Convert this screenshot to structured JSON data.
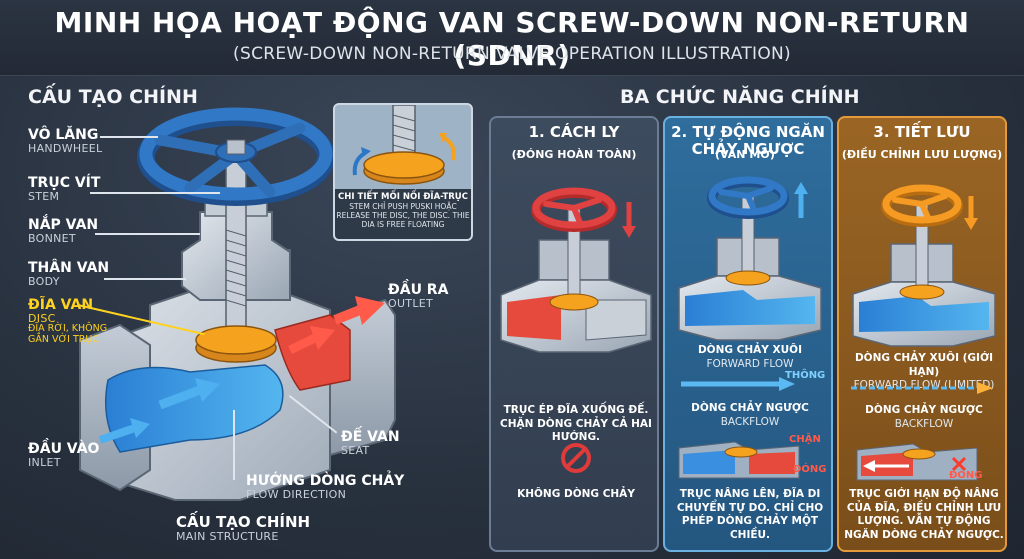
{
  "header": {
    "title": "MINH HỌA HOẠT ĐỘNG VAN SCREW-DOWN NON-RETURN (SDNR)",
    "subtitle": "(SCREW-DOWN NON-RETURN VALVE OPERATION ILLUSTRATION)"
  },
  "structure": {
    "title": "CẤU TẠO CHÍNH",
    "labels": {
      "handwheel": {
        "vi": "VÔ LĂNG",
        "en": "HANDWHEEL"
      },
      "stem": {
        "vi": "TRỤC VÍT",
        "en": "STEM"
      },
      "bonnet": {
        "vi": "NẮP VAN",
        "en": "BONNET"
      },
      "body": {
        "vi": "THÂN VAN",
        "en": "BODY"
      },
      "disc": {
        "vi": "ĐĨA VAN",
        "en": "DISC",
        "note": "ĐĨA RỜI, KHÔNG GẮN VỚI TRỤC"
      },
      "inlet": {
        "vi": "ĐẦU VÀO",
        "en": "INLET"
      },
      "outlet": {
        "vi": "ĐẦU RA",
        "en": "OUTLET"
      },
      "seat": {
        "vi": "ĐẾ VAN",
        "en": "SEAT"
      },
      "flow": {
        "vi": "HƯỚNG DÒNG CHẢY",
        "en": "FLOW DIRECTION"
      }
    },
    "footer": {
      "vi": "CẤU TẠO CHÍNH",
      "en": "MAIN STRUCTURE"
    },
    "inset": {
      "title": "CHI TIẾT MỐI NỐI ĐĨA-TRỤC",
      "text": "STEM CHỈ PUSH PUSKI HOẶC RELEASE THE DISC, THE DISC. THIE DIA IS FREE FLOATING"
    }
  },
  "functions": {
    "title": "BA CHỨC NĂNG CHÍNH",
    "panels": [
      {
        "title": "1. CÁCH LY",
        "subtitle": "(ĐÓNG HOÀN TOÀN)",
        "description": "TRỤC ÉP ĐĨA XUỐNG ĐẾ. CHẶN DÒNG CHẢY CẢ HAI HƯỚNG.",
        "result": "KHÔNG DÒNG CHẢY"
      },
      {
        "title": "2. TỰ ĐỘNG NGĂN CHẢY NGƯỢC",
        "subtitle": "(VAN MỞ)",
        "forward_vi": "DÒNG CHẢY XUÔI",
        "forward_en": "FORWARD FLOW",
        "forward_tag": "THÔNG",
        "back_vi": "DÒNG CHẢY NGƯỢC",
        "back_en": "BACKFLOW",
        "block_tag": "CHẶN",
        "close_tag": "ĐÓNG",
        "description": "TRỤC NÂNG LÊN, ĐĨA DI CHUYỂN TỰ DO. CHỈ CHO PHÉP DÒNG CHẢY MỘT CHIỀU."
      },
      {
        "title": "3. TIẾT LƯU",
        "subtitle": "(ĐIỀU CHỈNH LƯU LƯỢNG)",
        "forward_vi": "DÒNG CHẢY XUÔI (GIỚI HẠN)",
        "forward_en": "FORWARD FLOW (LIMITED)",
        "back_vi": "DÒNG CHẢY NGƯỢC",
        "back_en": "BACKFLOW",
        "close_tag": "ĐÓNG",
        "description": "TRỤC GIỚI HẠN ĐỘ NÂNG CỦA ĐĨA, ĐIỀU CHỈNH LƯU LƯỢNG. VẪN TỰ ĐỘNG NGĂN DÒNG CHẢY NGƯỢC."
      }
    ]
  },
  "colors": {
    "handwheel_blue": "#2f6fb8",
    "disc_orange": "#f5a21e",
    "flow_blue": "#3aa0e8",
    "outlet_red": "#e64a3c",
    "label_yellow": "#ffd21f",
    "panel2_blue": "#2a6596",
    "panel3_orange": "#8c5a20"
  }
}
